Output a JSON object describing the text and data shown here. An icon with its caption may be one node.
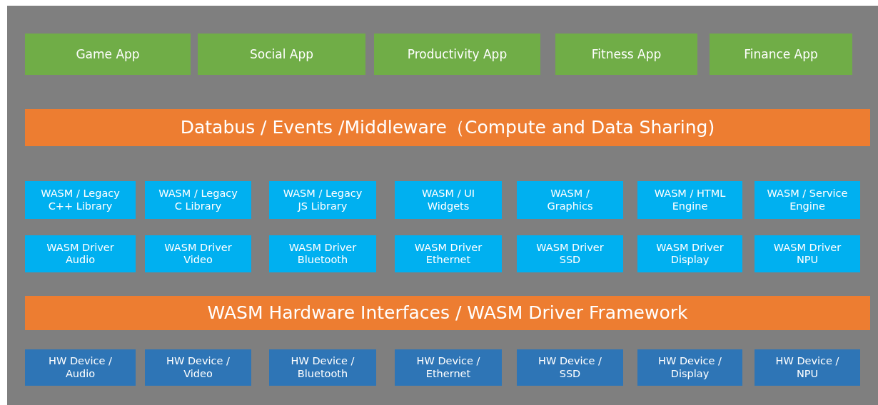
{
  "diagram": {
    "nodes": [
      {
        "text": [],
        "shape": "box"
      },
      {
        "text": [
          "Game App"
        ],
        "in": 0
      },
      {
        "text": [
          "Social App"
        ],
        "in": 0
      },
      {
        "text": [
          "Productivity App"
        ],
        "in": 0
      },
      {
        "text": [
          "Fitness App"
        ],
        "in": 0
      },
      {
        "text": [
          "Finance App"
        ],
        "in": 0
      },
      {
        "text": [
          "Databus / Events /Middleware（Compute and Data Sharing)"
        ],
        "in": 0
      },
      {
        "text": [
          "WASM / Legacy C++ Library"
        ],
        "in": 0
      },
      {
        "text": [
          "WASM / Legacy C Library"
        ],
        "in": 0
      },
      {
        "text": [
          "WASM / Legacy JS Library"
        ],
        "in": 0
      },
      {
        "text": [
          "WASM / UI Widgets"
        ],
        "in": 0
      },
      {
        "text": [
          "WASM / Graphics"
        ],
        "in": 0
      },
      {
        "text": [
          "WASM / HTML Engine"
        ],
        "in": 0
      },
      {
        "text": [
          "WASM / Service Engine"
        ],
        "in": 0
      },
      {
        "text": [
          "WASM Driver Audio"
        ],
        "in": 0
      },
      {
        "text": [
          "WASM Driver Video"
        ],
        "in": 0
      },
      {
        "text": [
          "WASM Driver Bluetooth"
        ],
        "in": 0
      },
      {
        "text": [
          "WASM Driver Ethernet"
        ],
        "in": 0
      },
      {
        "text": [
          "WASM Driver SSD"
        ],
        "in": 0
      },
      {
        "text": [
          "WASM Driver Display"
        ],
        "in": 0
      },
      {
        "text": [
          "WASM Driver NPU"
        ],
        "in": 0
      },
      {
        "text": [
          "WASM Hardware Interfaces / WASM Driver Framework"
        ],
        "in": 0
      },
      {
        "text": [
          "HW Device / Audio"
        ],
        "in": 0
      },
      {
        "text": [
          "HW Device / Video"
        ],
        "in": 0
      },
      {
        "text": [
          "HW Device / Bluetooth"
        ],
        "in": 0
      },
      {
        "text": [
          "HW Device / Ethernet"
        ],
        "in": 0
      },
      {
        "text": [
          "HW Device / SSD"
        ],
        "in": 0
      },
      {
        "text": [
          "HW Device / Display"
        ],
        "in": 0
      },
      {
        "text": [
          "HW Device / NPU"
        ],
        "in": 0
      }
    ]
  }
}
